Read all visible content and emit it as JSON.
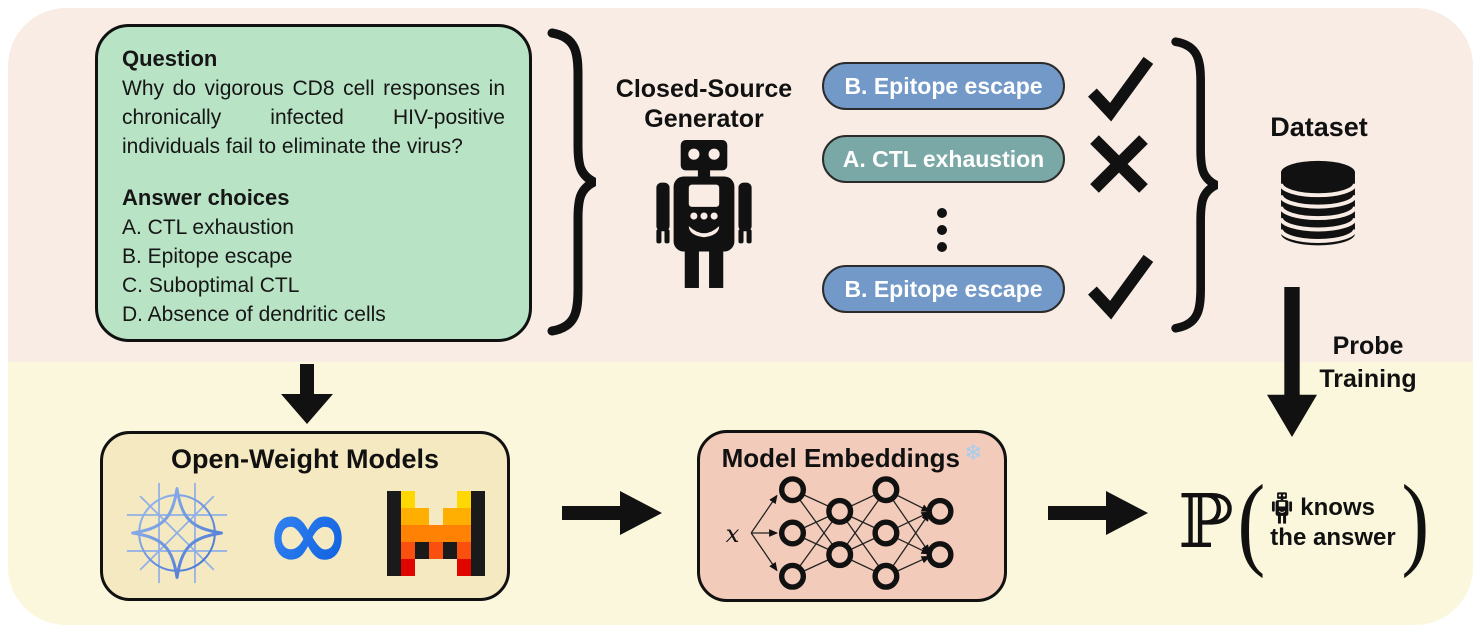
{
  "question_box": {
    "title": "Question",
    "question": "Why do vigorous CD8 cell responses in chronically infected HIV-positive individuals fail to eliminate the virus?",
    "answer_header": "Answer choices",
    "choices": [
      "A. CTL exhaustion",
      "B. Epitope escape",
      "C. Suboptimal CTL",
      "D. Absence of dendritic cells"
    ]
  },
  "generator": {
    "label_line1": "Closed-Source",
    "label_line2": "Generator",
    "icon": "robot-icon"
  },
  "answers": [
    {
      "label": "B. Epitope escape",
      "verdict": "correct",
      "color": "#7299c8"
    },
    {
      "label": "A. CTL exhaustion",
      "verdict": "incorrect",
      "color": "#7aa8a6"
    },
    {
      "label": "B. Epitope escape",
      "verdict": "correct",
      "color": "#7299c8"
    }
  ],
  "dataset": {
    "label": "Dataset",
    "icon": "database-icon"
  },
  "probe_training": {
    "label_line1": "Probe",
    "label_line2": "Training"
  },
  "open_weight": {
    "title": "Open-Weight Models",
    "logos": [
      "qwen-logo",
      "meta-logo",
      "mistral-logo"
    ],
    "meta_glyph": "∞"
  },
  "embeddings": {
    "title": "Model Embeddings",
    "snowflake": "❄",
    "input_label": "x"
  },
  "probability": {
    "symbol": "ℙ",
    "open_paren": "(",
    "close_paren": ")",
    "line1": "knows",
    "line2": "the answer",
    "icon": "robot-icon"
  },
  "colors": {
    "band_top": "#f8ece4",
    "band_bottom": "#fbf7dc",
    "question_box": "#b8e3c5",
    "pill_blue": "#7299c8",
    "pill_teal": "#7aa8a6",
    "open_weight_box": "#f5e9c2",
    "embeddings_box": "#f3cbba",
    "ink": "#111111"
  }
}
